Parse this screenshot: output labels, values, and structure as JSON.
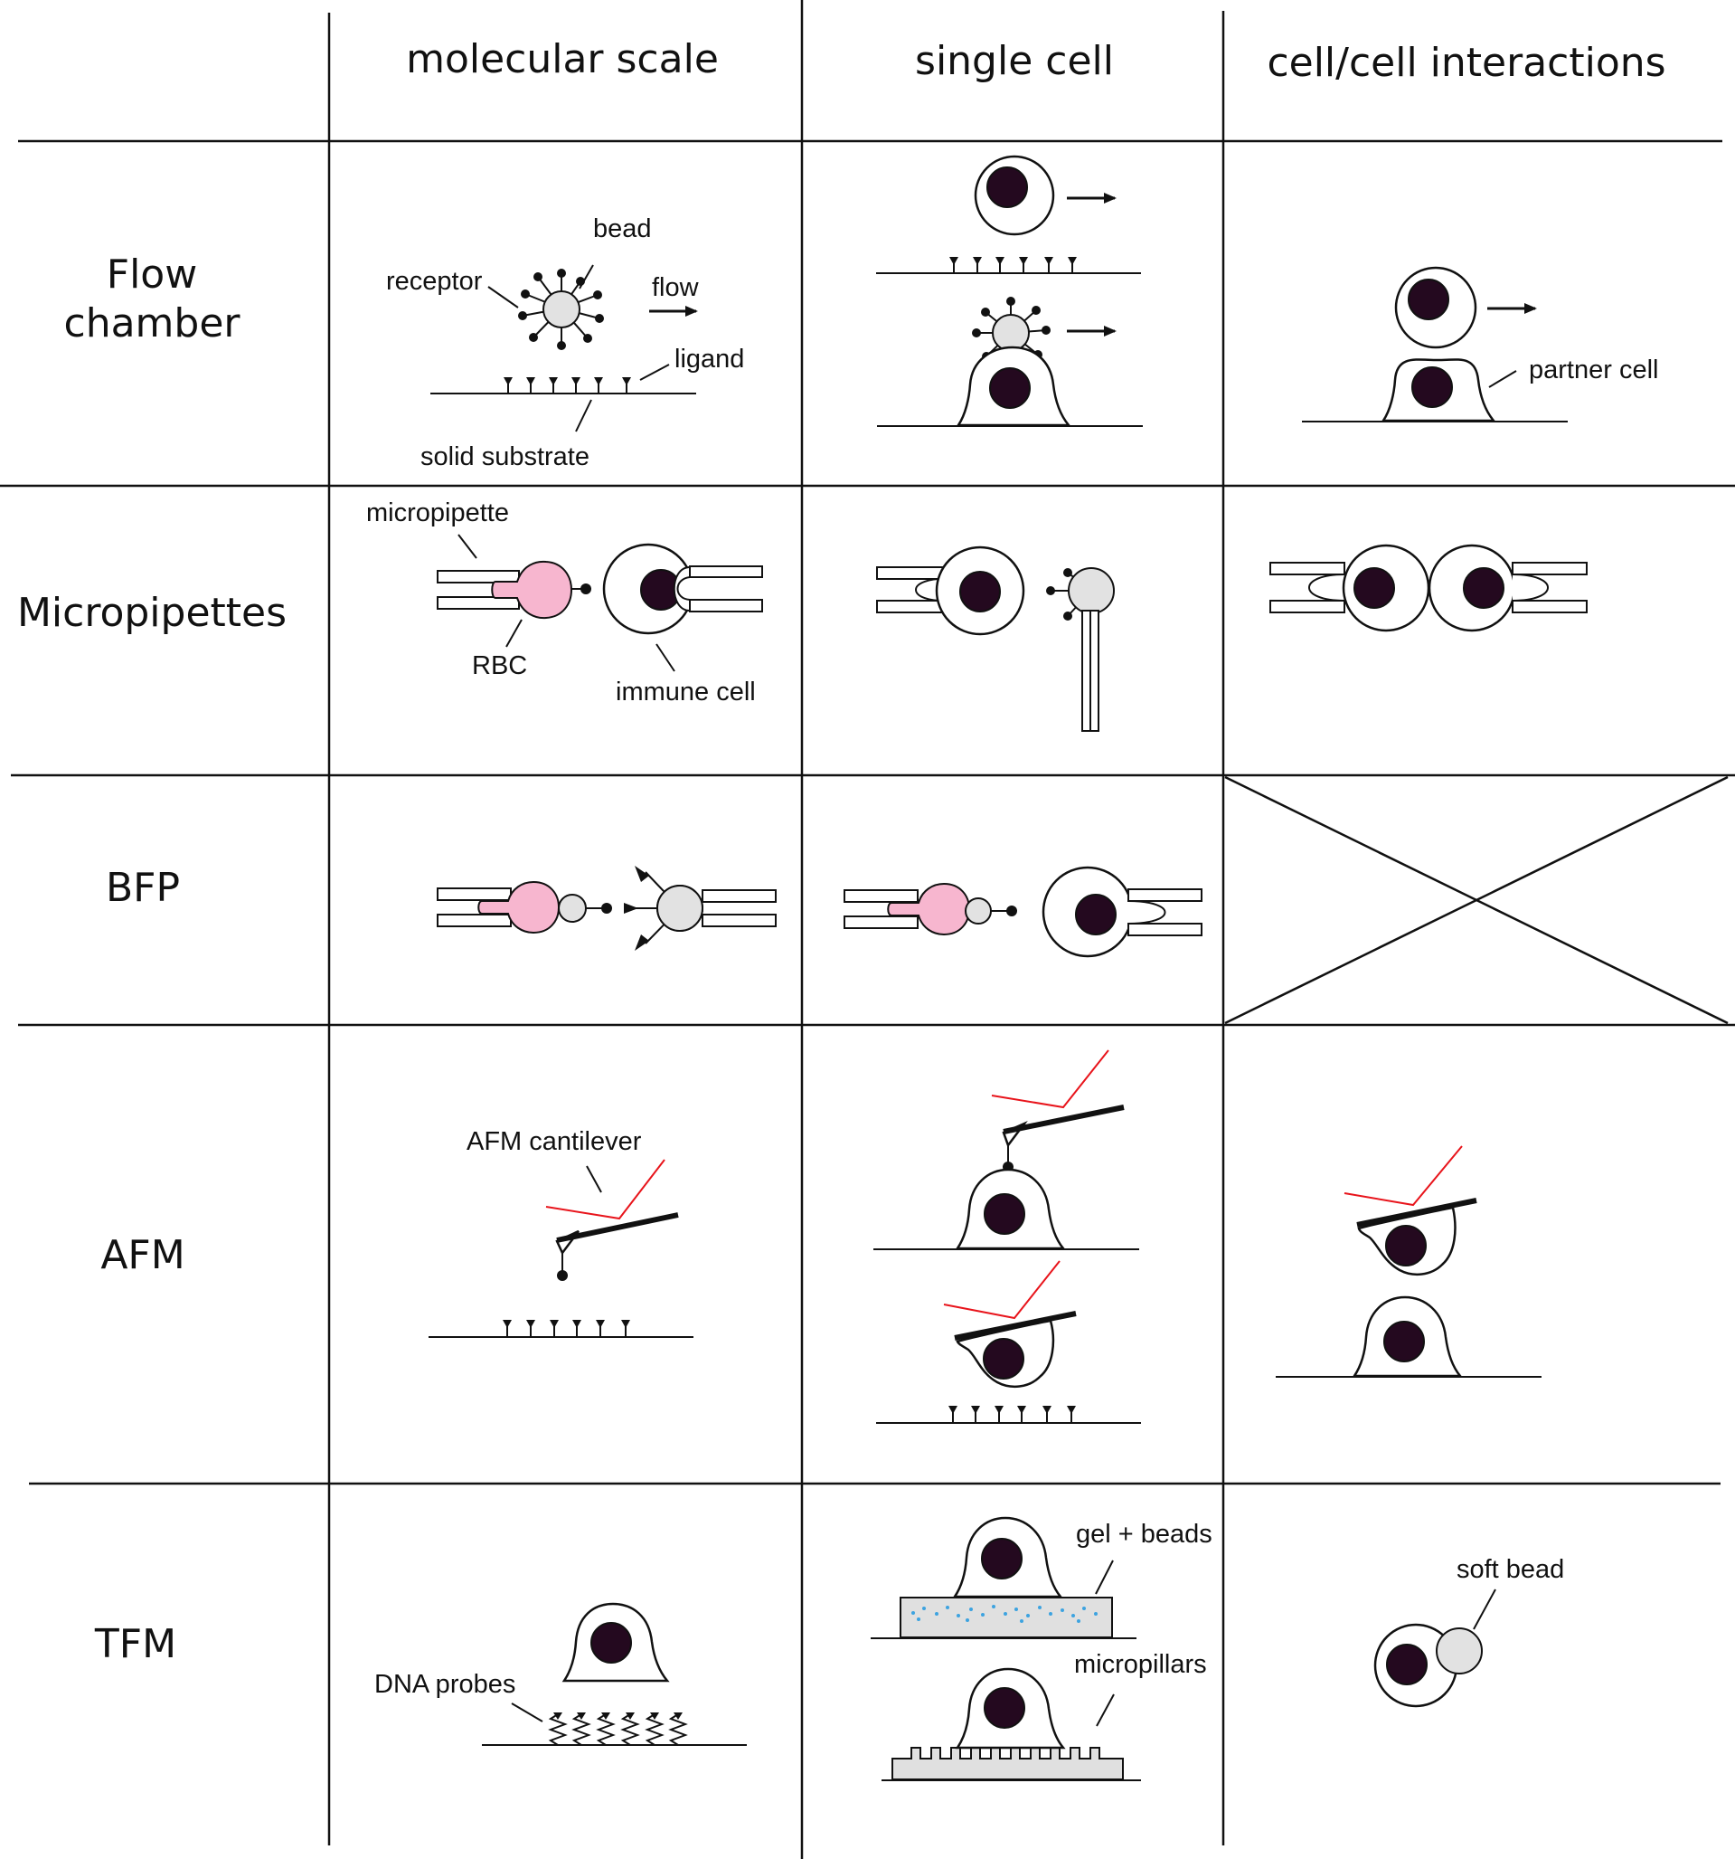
{
  "header": {
    "col_molecular": "molecular scale",
    "col_single": "single cell",
    "col_cellcell": "cell/cell interactions"
  },
  "rows": {
    "flow_line1": "Flow",
    "flow_line2": "chamber",
    "micropipettes": "Micropipettes",
    "bfp": "BFP",
    "afm": "AFM",
    "tfm": "TFM"
  },
  "labels": {
    "bead": "bead",
    "receptor": "receptor",
    "flow": "flow",
    "ligand": "ligand",
    "solid_substrate": "solid substrate",
    "partner_cell": "partner cell",
    "micropipette": "micropipette",
    "rbc": "RBC",
    "immune_cell": "immune cell",
    "afm_cantilever": "AFM cantilever",
    "gel_beads": "gel + beads",
    "micropillars": "micropillars",
    "dna_probes": "DNA probes",
    "soft_bead": "soft bead"
  },
  "colors": {
    "nucleus": "#24091f",
    "bead": "#e2e2e2",
    "rbc": "#f7b6cf",
    "laser": "#e8141b",
    "gel_beads": "#3da3e0"
  }
}
